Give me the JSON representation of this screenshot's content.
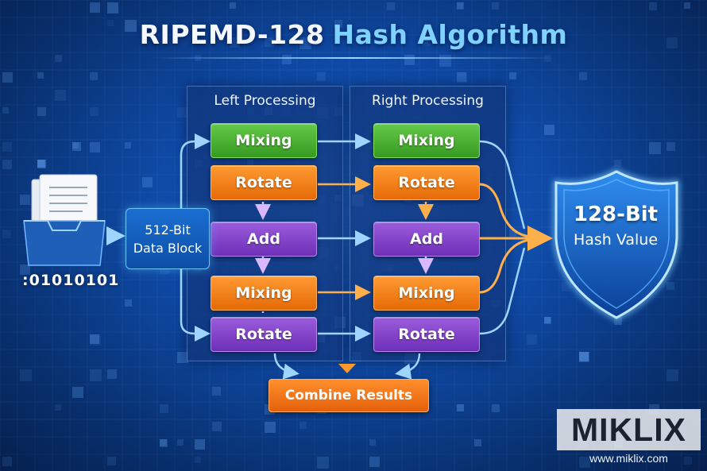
{
  "title": {
    "main": "RIPEMD-128",
    "highlight": "Hash Algorithm"
  },
  "input": {
    "binary": ":01010101",
    "block_line1": "512-Bit",
    "block_line2": "Data Block"
  },
  "panels": {
    "left": {
      "header": "Left Processing",
      "steps": [
        "Mixing",
        "Rotate",
        "Add",
        "Mixing",
        "Rotate"
      ]
    },
    "right": {
      "header": "Right Processing",
      "steps": [
        "Mixing",
        "Rotate",
        "Add",
        "Mixing",
        "Rotate"
      ]
    }
  },
  "combine": "Combine Results",
  "output": {
    "line1": "128-Bit",
    "line2": "Hash Value"
  },
  "watermark": {
    "name": "MIKLIX",
    "url": "www.miklix.com"
  },
  "colors": {
    "mixing": "#4fb535",
    "rotate": "#f27c13",
    "add": "#8243c9",
    "combine": "#f07218",
    "accent": "#7fd2ff"
  }
}
